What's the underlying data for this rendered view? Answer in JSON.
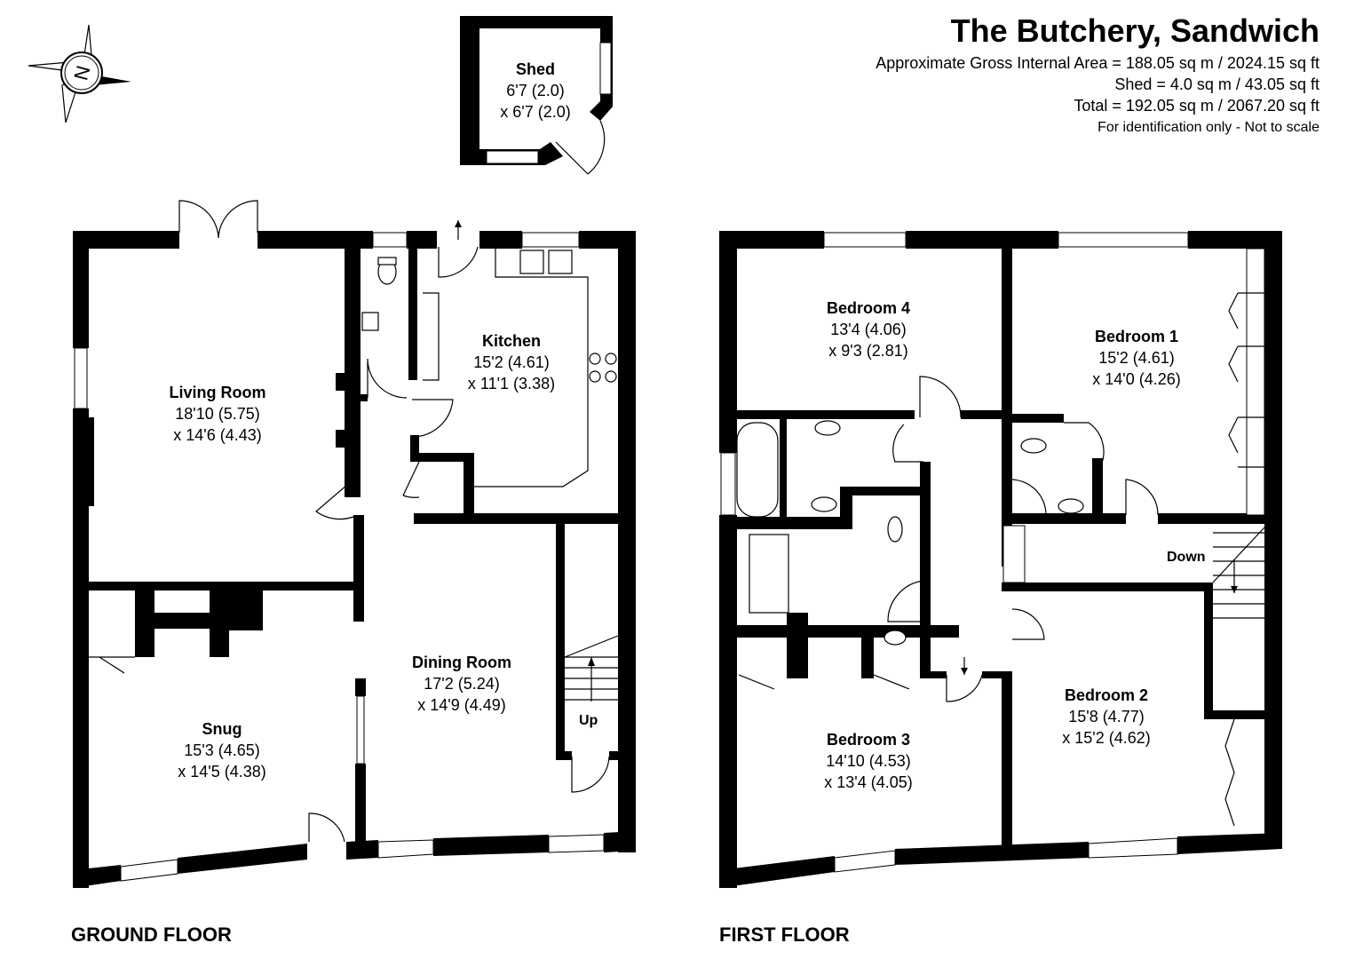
{
  "header": {
    "title": "The Butchery, Sandwich",
    "line1": "Approximate Gross Internal Area = 188.05 sq m / 2024.15 sq ft",
    "line2": "Shed = 4.0 sq m / 43.05 sq ft",
    "line3": "Total = 192.05 sq m / 2067.20 sq ft",
    "line4": "For identification only - Not to scale"
  },
  "compass": {
    "letter": "N"
  },
  "floors": {
    "ground": "GROUND FLOOR",
    "first": "FIRST FLOOR"
  },
  "stairs": {
    "up": "Up",
    "down": "Down"
  },
  "rooms": {
    "shed": {
      "name": "Shed",
      "dim1": "6'7 (2.0)",
      "dim2": "x 6'7 (2.0)"
    },
    "living": {
      "name": "Living Room",
      "dim1": "18'10 (5.75)",
      "dim2": "x 14'6 (4.43)"
    },
    "kitchen": {
      "name": "Kitchen",
      "dim1": "15'2 (4.61)",
      "dim2": "x 11'1 (3.38)"
    },
    "dining": {
      "name": "Dining Room",
      "dim1": "17'2 (5.24)",
      "dim2": "x 14'9 (4.49)"
    },
    "snug": {
      "name": "Snug",
      "dim1": "15'3 (4.65)",
      "dim2": "x 14'5 (4.38)"
    },
    "bed4": {
      "name": "Bedroom 4",
      "dim1": "13'4 (4.06)",
      "dim2": "x 9'3 (2.81)"
    },
    "bed1": {
      "name": "Bedroom 1",
      "dim1": "15'2 (4.61)",
      "dim2": "x 14'0 (4.26)"
    },
    "bed3": {
      "name": "Bedroom 3",
      "dim1": "14'10 (4.53)",
      "dim2": "x 13'4 (4.05)"
    },
    "bed2": {
      "name": "Bedroom 2",
      "dim1": "15'8 (4.77)",
      "dim2": "x 15'2 (4.62)"
    }
  }
}
